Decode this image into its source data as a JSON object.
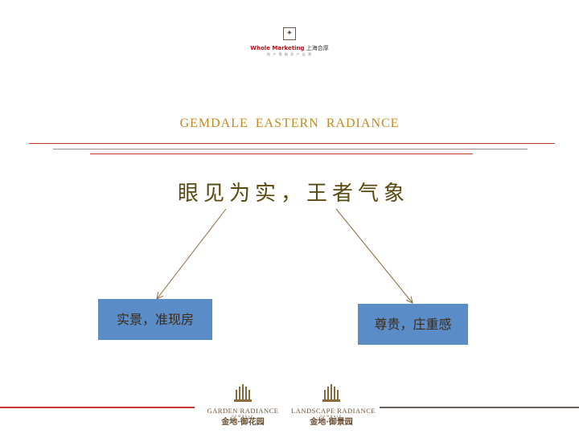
{
  "header_logo": {
    "brand": "Whole Marketing",
    "brand_cn": "上海合厚",
    "tagline": "地 产 策 略 资 产 运 营"
  },
  "title_en": "GEMDALE  EASTERN  RADIANCE",
  "heading": "眼见为实，王者气象",
  "boxes": {
    "left": "实景，准现房",
    "right": "尊贵，庄重感"
  },
  "footer": {
    "garden": {
      "en": "GARDEN RADIANCE",
      "sub": "GEMDALE",
      "cn": "金地·御花园"
    },
    "landscape": {
      "en": "LANDSCAPE RADIANCE",
      "sub": "GEMDALE",
      "cn": "金地·御景园"
    }
  },
  "colors": {
    "gold_text": "#c08a1e",
    "heading_text": "#5a4a10",
    "box_fill": "#5a8cc8",
    "rule_red": "#c0392b",
    "rule_grey": "#9a8c86",
    "arrow": "#8a6a3a",
    "footer_red": "#c0392b",
    "footer_grey": "#6a6060"
  },
  "icons": [
    "star-emblem-icon",
    "crown-emblem-icon"
  ]
}
